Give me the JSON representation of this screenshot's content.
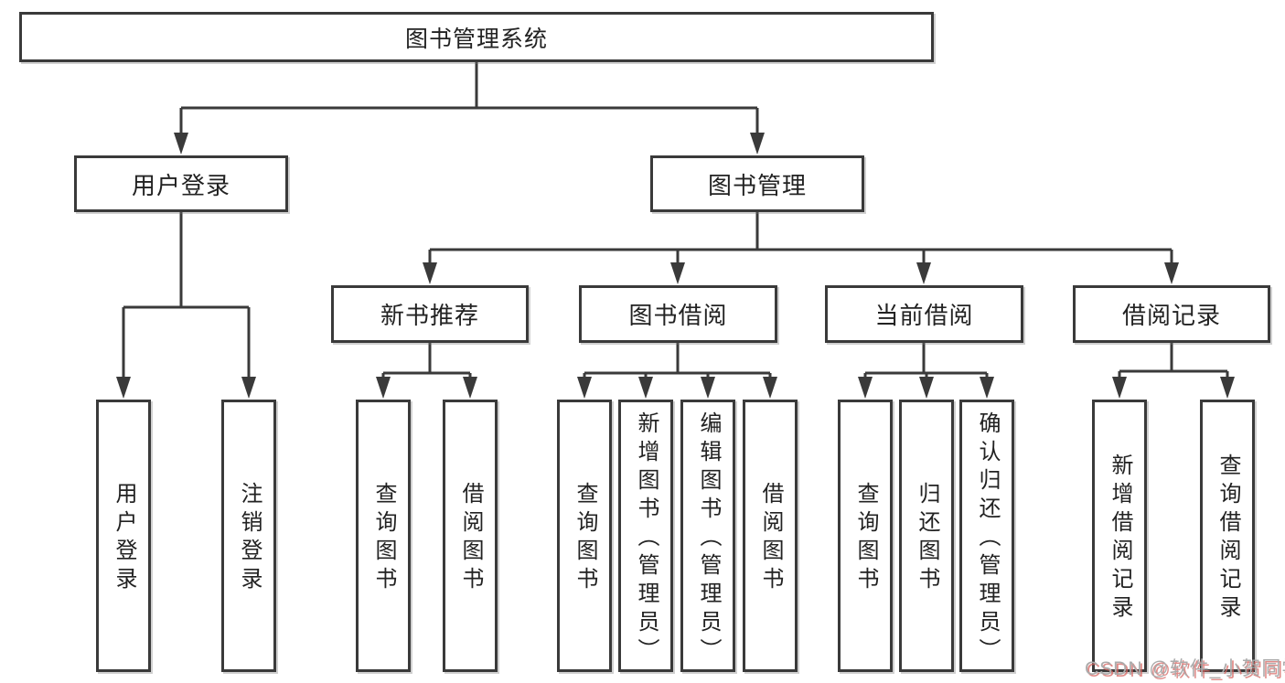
{
  "diagram_type": "functional-structure-tree",
  "colors": {
    "line": "#3a3a3a",
    "box_border": "#3a3a3a",
    "text": "#222222",
    "background": "#ffffff",
    "watermark_gray": "#ababab",
    "watermark_red": "#d66460"
  },
  "tree": {
    "root": {
      "label": "图书管理系统"
    },
    "branches": [
      {
        "label": "用户登录",
        "children": [
          {
            "label": "用户登录"
          },
          {
            "label": "注销登录"
          }
        ]
      },
      {
        "label": "图书管理",
        "children": [
          {
            "label": "新书推荐",
            "children": [
              {
                "label": "查询图书"
              },
              {
                "label": "借阅图书"
              }
            ]
          },
          {
            "label": "图书借阅",
            "children": [
              {
                "label": "查询图书"
              },
              {
                "label": "新增图书（管理员）"
              },
              {
                "label": "编辑图书（管理员）"
              },
              {
                "label": "借阅图书"
              }
            ]
          },
          {
            "label": "当前借阅",
            "children": [
              {
                "label": "查询图书"
              },
              {
                "label": "归还图书"
              },
              {
                "label": "确认归还（管理员）"
              }
            ]
          },
          {
            "label": "借阅记录",
            "children": [
              {
                "label": "新增借阅记录"
              },
              {
                "label": "查询借阅记录"
              }
            ]
          }
        ]
      }
    ]
  },
  "watermark": {
    "text": "CSDN @软件_小贺同学"
  }
}
